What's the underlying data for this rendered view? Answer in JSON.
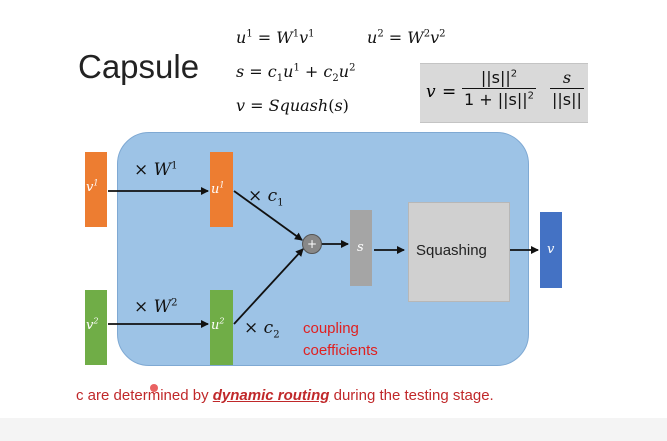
{
  "title": "Capsule",
  "equations": {
    "line1_left": {
      "lhs": "u",
      "lhs_sup": "1",
      "rhs": "W",
      "rhs_sup": "1",
      "var": "v",
      "var_sup": "1"
    },
    "line1_right": {
      "lhs": "u",
      "lhs_sup": "2",
      "rhs": "W",
      "rhs_sup": "2",
      "var": "v",
      "var_sup": "2"
    },
    "line2": {
      "lhs": "s",
      "c1": "c",
      "c1_sub": "1",
      "u1": "u",
      "u1_sup": "1",
      "c2": "c",
      "c2_sub": "2",
      "u2": "u",
      "u2_sup": "2"
    },
    "line3": {
      "lhs": "v",
      "fn": "Squash",
      "arg": "s"
    }
  },
  "squash_formula": {
    "lhs": "v",
    "numerator": "||s||",
    "numerator_sup": "2",
    "denominator": "1 + ||s||",
    "denominator_sup": "2",
    "right_numerator": "s",
    "right_denominator": "||s||"
  },
  "diagram": {
    "v1": {
      "label": "v",
      "sup": "1",
      "color": "#ed7d31"
    },
    "v2": {
      "label": "v",
      "sup": "2",
      "color": "#70ad47"
    },
    "u1": {
      "label": "u",
      "sup": "1",
      "color": "#ed7d31"
    },
    "u2": {
      "label": "u",
      "sup": "2",
      "color": "#70ad47"
    },
    "s": {
      "label": "s",
      "color": "#a5a5a5"
    },
    "v_out": {
      "label": "v",
      "color": "#4472c4"
    },
    "w1": {
      "prefix": "× ",
      "var": "W",
      "sup": "1"
    },
    "w2": {
      "prefix": "× ",
      "var": "W",
      "sup": "2"
    },
    "c1": {
      "prefix": "× ",
      "var": "c",
      "sub": "1"
    },
    "c2": {
      "prefix": "× ",
      "var": "c",
      "sub": "2"
    },
    "plus": "+",
    "squashing": "Squashing",
    "coupling_line1": "coupling",
    "coupling_line2": "coefficients"
  },
  "footer": {
    "before": "c are determined by ",
    "emphasis": "dynamic routing",
    "after": " during the testing stage."
  }
}
